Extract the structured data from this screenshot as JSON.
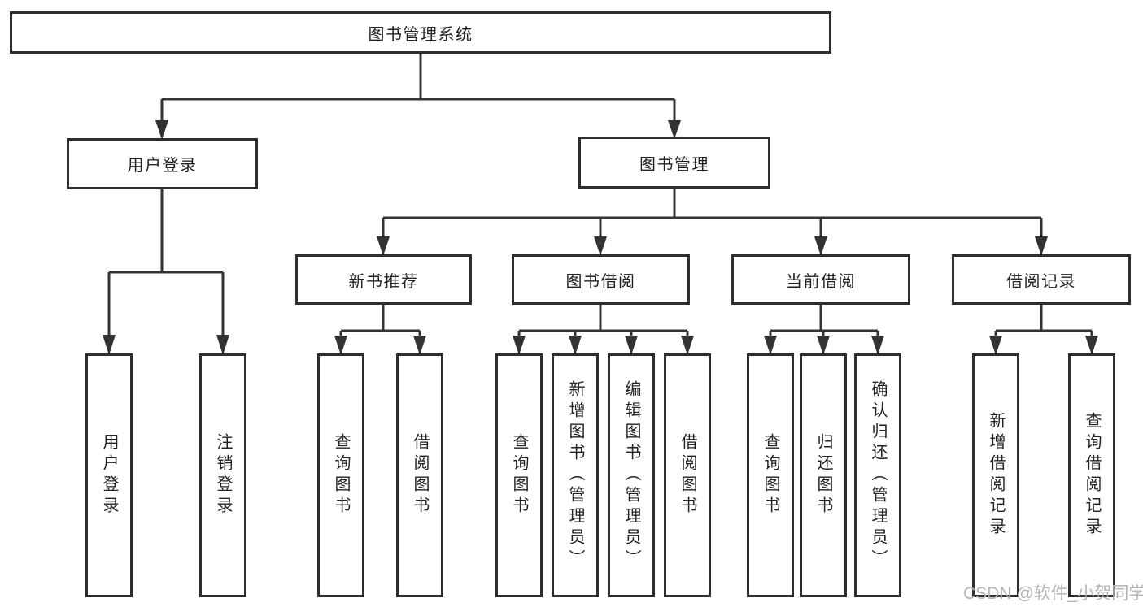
{
  "colors": {
    "line": "#333333",
    "box_border": "#2e2e2e",
    "text": "#222222",
    "background": "#ffffff",
    "watermark": "#b3b3b3"
  },
  "watermark": {
    "text": "CSDN @软件_小贺同学"
  },
  "tree": {
    "label": "图书管理系统",
    "children": [
      {
        "label": "用户登录",
        "children": [
          {
            "label": "用户登录"
          },
          {
            "label": "注销登录"
          }
        ]
      },
      {
        "label": "图书管理",
        "children": [
          {
            "label": "新书推荐",
            "children": [
              {
                "label": "查询图书"
              },
              {
                "label": "借阅图书"
              }
            ]
          },
          {
            "label": "图书借阅",
            "children": [
              {
                "label": "查询图书"
              },
              {
                "label": "新增图书（管理员）"
              },
              {
                "label": "编辑图书（管理员）"
              },
              {
                "label": "借阅图书"
              }
            ]
          },
          {
            "label": "当前借阅",
            "children": [
              {
                "label": "查询图书"
              },
              {
                "label": "归还图书"
              },
              {
                "label": "确认归还（管理员）"
              }
            ]
          },
          {
            "label": "借阅记录",
            "children": [
              {
                "label": "新增借阅记录"
              },
              {
                "label": "查询借阅记录"
              }
            ]
          }
        ]
      }
    ]
  }
}
